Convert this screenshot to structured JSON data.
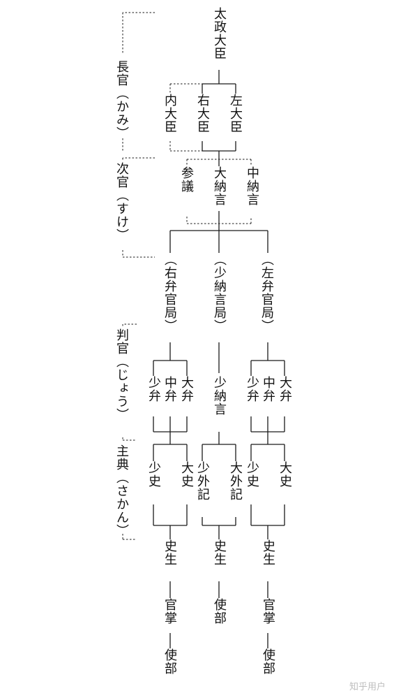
{
  "nodes": {
    "dajo_daijin": "太政大臣",
    "nai_daijin": "内大臣",
    "u_daijin": "右大臣",
    "sa_daijin": "左大臣",
    "sangi": "参議",
    "dainagon": "大納言",
    "chunagon": "中納言",
    "ubenkan": "（右弁官局）",
    "shonagon_kyoku": "（少納言局）",
    "sabenkan": "（左弁官局）",
    "r_shoben": "少弁",
    "r_chuben": "中弁",
    "r_daiben": "大弁",
    "shonagon": "少納言",
    "l_shoben": "少弁",
    "l_chuben": "中弁",
    "l_daiben": "大弁",
    "r_shoshi": "少史",
    "r_daishi": "大史",
    "sho_geki": "少外記",
    "dai_geki": "大外記",
    "l_shoshi": "少史",
    "l_daishi": "大史",
    "r_shisho": "史生",
    "c_shisho": "史生",
    "l_shisho": "史生",
    "r_kanjo": "官掌",
    "c_shibu": "使部",
    "l_kanjo": "官掌",
    "r_shibu": "使部",
    "l_shibu": "使部"
  },
  "ranks": {
    "kami": "長官（かみ）",
    "suke": "次官（すけ）",
    "jo": "判官（じょう）",
    "sakan": "主典（さかん）"
  },
  "watermark": "知乎用户"
}
